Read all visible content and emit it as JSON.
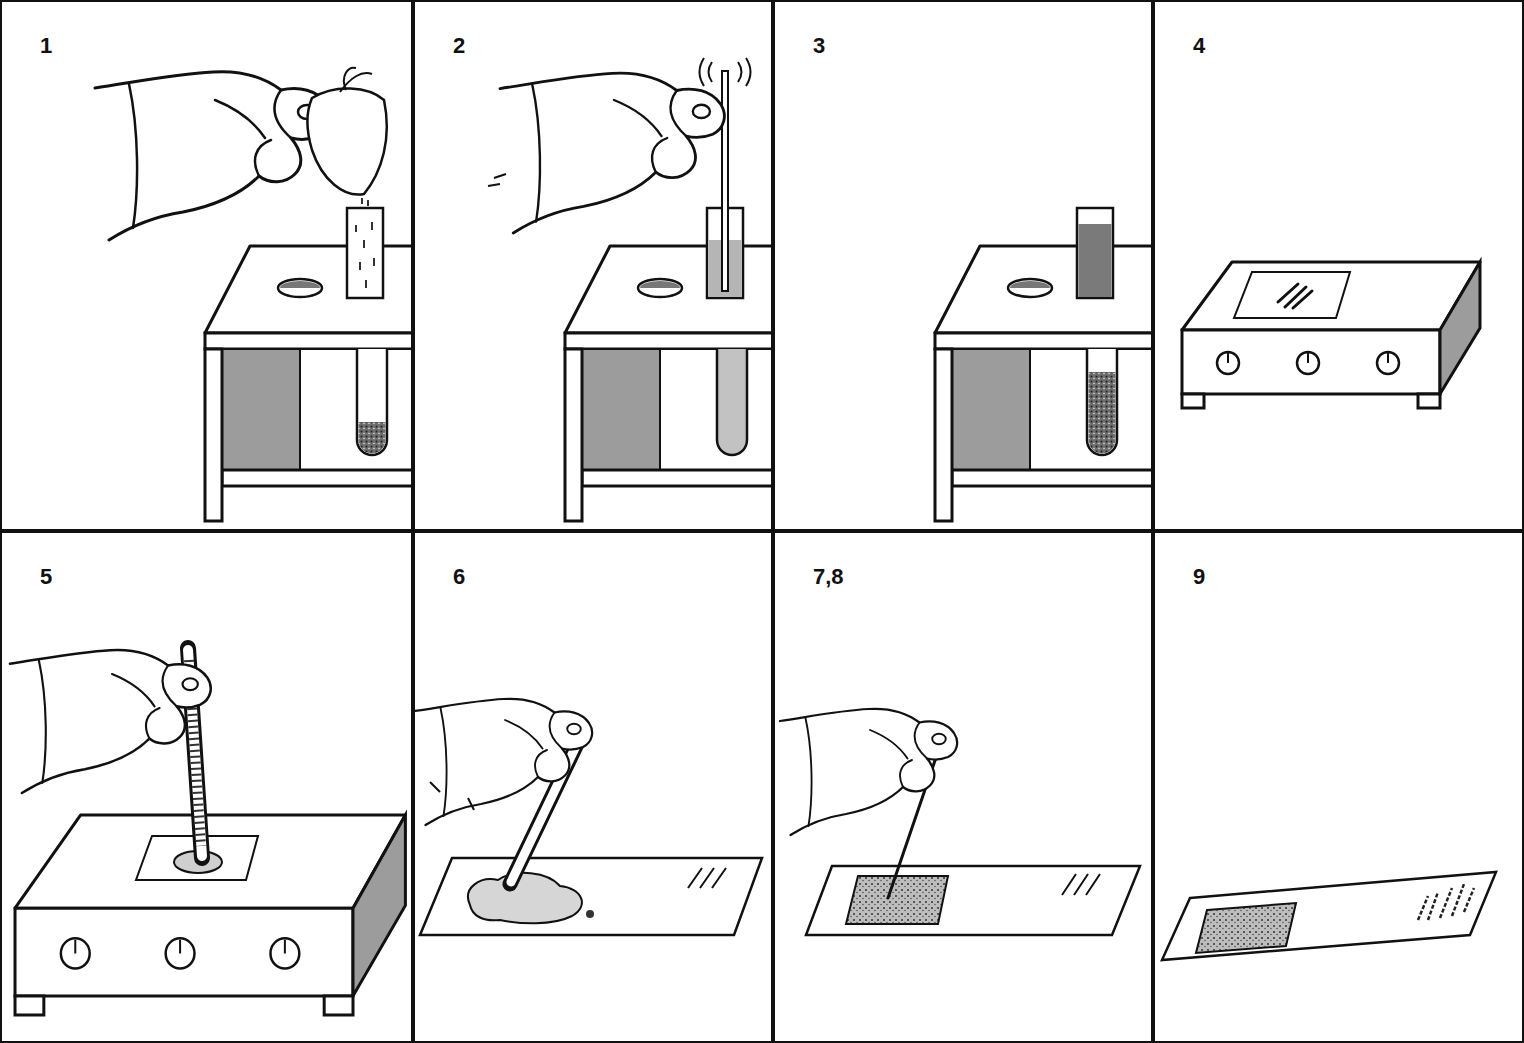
{
  "diagram": {
    "nodes": [
      {
        "text": [
          "1"
        ]
      },
      {
        "text": [
          "2"
        ]
      },
      {
        "text": [
          "3"
        ]
      },
      {
        "text": [
          "4"
        ]
      },
      {
        "text": [
          "5"
        ]
      },
      {
        "text": [
          "6"
        ]
      },
      {
        "text": [
          "7,8"
        ]
      },
      {
        "text": [
          "9"
        ]
      }
    ]
  }
}
